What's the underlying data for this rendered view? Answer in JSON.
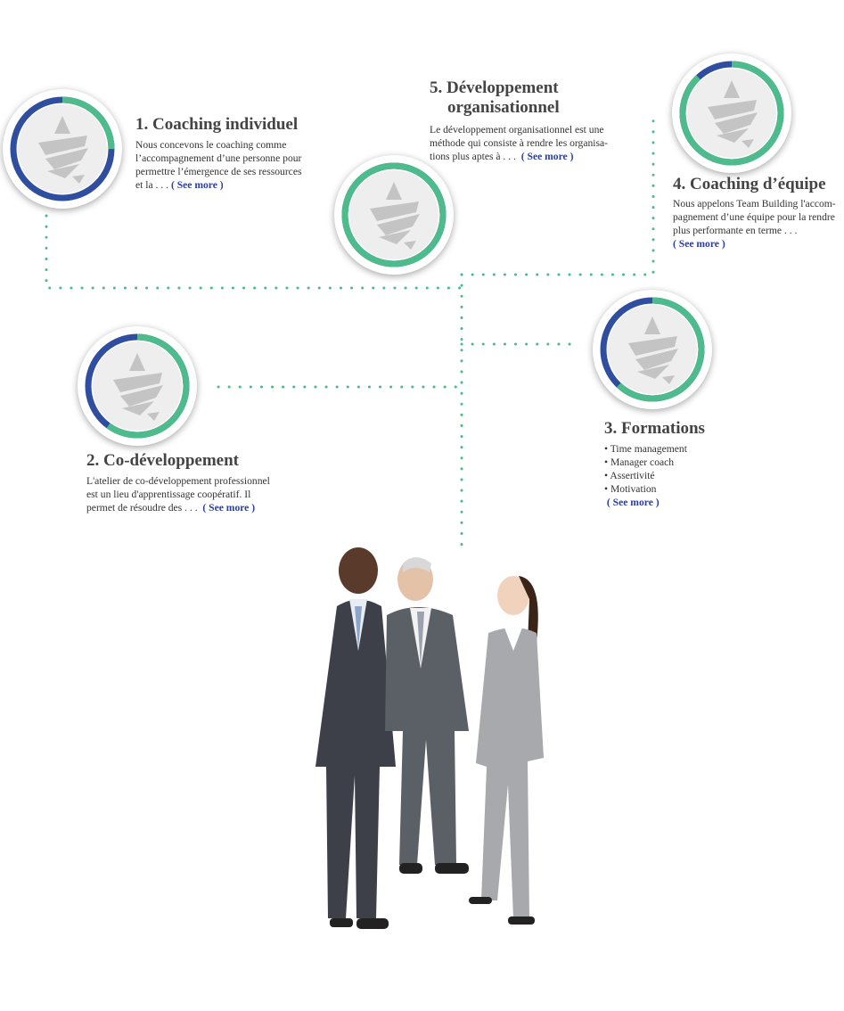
{
  "colors": {
    "green": "#4dbb8c",
    "blue": "#2f4e9f",
    "dots": "#4dbb8c",
    "link": "#2b3f9a"
  },
  "see_more": "( See more )",
  "services": [
    {
      "title": "1. Coaching individuel",
      "lines": [
        "Nous concevons le coaching comme",
        "l’accompagnement d’une personne pour",
        "permettre l’émergence de ses ressources",
        "et la . . ."
      ],
      "progress": 0.25
    },
    {
      "title": "2. Co-développement",
      "lines": [
        "L'atelier de co-développement professionnel",
        "est un lieu d'apprentissage coopératif. Il",
        "permet de résoudre des . . ."
      ],
      "progress": 0.6
    },
    {
      "title": "3. Formations",
      "items": [
        "• Time management",
        "• Manager coach",
        "• Assertivité",
        "• Motivation"
      ],
      "progress": 0.62
    },
    {
      "title": "4. Coaching d’équipe",
      "lines": [
        "Nous appelons Team Building l'accom-",
        "pagnement d’une équipe pour la rendre",
        "plus performante en terme . . ."
      ],
      "progress": 0.88
    },
    {
      "title_lines": [
        "5. Développement",
        "organisationnel"
      ],
      "lines": [
        "Le développement organisationnel est une",
        "méthode qui consiste à rendre les organisa-",
        "tions plus aptes à . . ."
      ],
      "progress": 1.0
    }
  ]
}
